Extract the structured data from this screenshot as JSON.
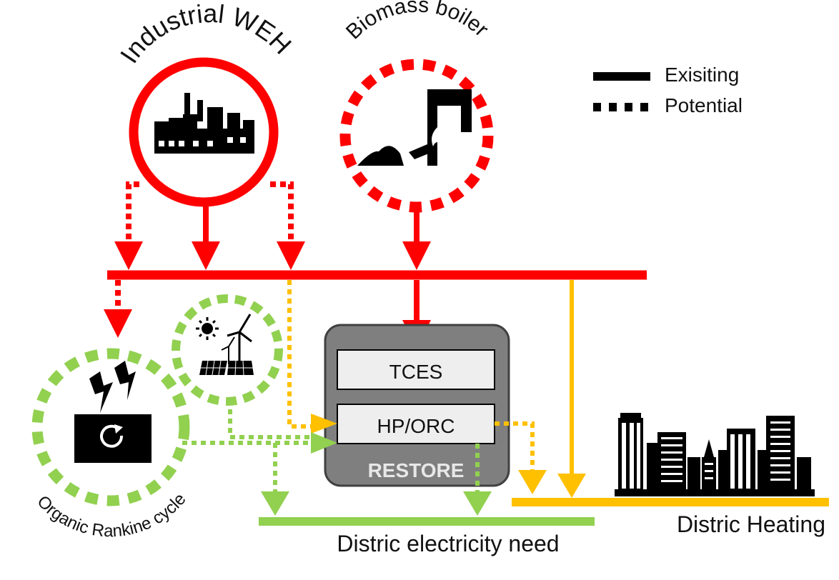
{
  "labels": {
    "industrial": "Industrial WEH",
    "biomass": "Biomass boiler",
    "orc": "Organic Rankine cycle",
    "tces": "TCES",
    "hp_orc": "HP/ORC",
    "restore": "RESTORE",
    "district_heating": "Distric Heating",
    "district_electricity": "Distric electricity need"
  },
  "legend": {
    "existing": "Exisiting",
    "potential": "Potential"
  },
  "icons": [
    "factory-icon",
    "biomass-boiler-icon",
    "sun-icon",
    "wind-turbine-icon",
    "solar-panel-icon",
    "lightning-icon",
    "cycle-icon",
    "city-skyline-icon"
  ],
  "colors": {
    "heat_line": "#ff0000",
    "thermal_output": "#ffc000",
    "electricity": "#92d050",
    "restore_box": "#7f7f7f",
    "inner_box": "#eeeeee"
  }
}
